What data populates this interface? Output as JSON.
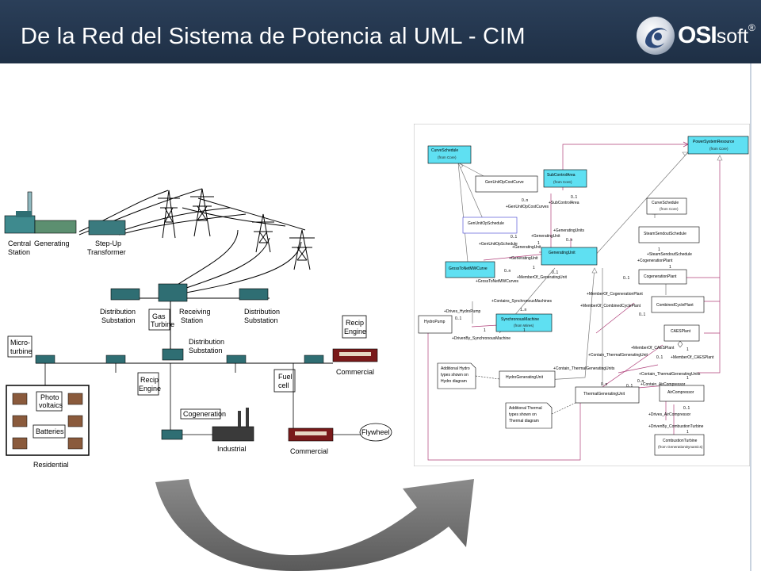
{
  "slide": {
    "title": "De la Red del Sistema de Potencia al UML - CIM",
    "logo": {
      "brand": "OSI",
      "suffix": "soft",
      "mark": "®"
    }
  },
  "grid": {
    "labels": {
      "central_station": [
        "Central",
        "Station"
      ],
      "generating": "Generating",
      "step_up": [
        "Step-Up",
        "Transformer"
      ],
      "dist_sub_left": [
        "Distribution",
        "Substation"
      ],
      "receiving": [
        "Receiving",
        "Station"
      ],
      "dist_sub_right": [
        "Distribution",
        "Substation"
      ],
      "gas_turbine": [
        "Gas",
        "Turbine"
      ],
      "dist_sub_mid": [
        "Distribution",
        "Substation"
      ],
      "micro_turbine": [
        "Micro-",
        "turbine"
      ],
      "recip_engine_right": [
        "Recip",
        "Engine"
      ],
      "commercial_top": "Commercial",
      "photo_voltaics": [
        "Photo",
        "voltaics"
      ],
      "batteries": "Batteries",
      "residential": "Residential",
      "recip_engine_mid": [
        "Recip",
        "Engine"
      ],
      "fuel_cell": [
        "Fuel",
        "cell"
      ],
      "cogeneration": "Cogeneration",
      "industrial": "Industrial",
      "commercial_bottom": "Commercial",
      "flywheel": "Flywheel"
    }
  },
  "uml": {
    "classes": {
      "curve_schedule": {
        "name": "CurveSchedule",
        "from": "(from Core)"
      },
      "gen_unit_op_cost_curve": {
        "name": "GenUnitOpCostCurve"
      },
      "sub_control_area": {
        "name": "SubControlArea",
        "from": "(from Core)"
      },
      "power_system_resource": {
        "name": "PowerSystemResource",
        "from": "(from Core)"
      },
      "gen_unit_op_schedule": {
        "name": "GenUnitOpSchedule"
      },
      "generating_unit": {
        "name": "GeneratingUnit"
      },
      "gross_to_net_mw_curve": {
        "name": "GrossToNetMWCurve"
      },
      "curve_schedule_right": {
        "name": "CurveSchedule",
        "from": "(from Core)"
      },
      "steam_sendout_schedule": {
        "name": "SteamSendoutSchedule"
      },
      "cogeneration_plant": {
        "name": "CogenerationPlant"
      },
      "combined_cycle_plant": {
        "name": "CombinedCyclePlant"
      },
      "hydro_pump": {
        "name": "HydroPump"
      },
      "synchronous_machine": {
        "name": "SynchronousMachine",
        "from": "(from Wires)"
      },
      "caes_plant": {
        "name": "CAESPlant"
      },
      "hydro_generating_unit": {
        "name": "HydroGeneratingUnit"
      },
      "thermal_generating_unit": {
        "name": "ThermalGeneratingUnit"
      },
      "air_compressor": {
        "name": "AirCompressor"
      },
      "combustion_turbine": {
        "name": "CombustionTurbine",
        "from": "(from GenerationDynamics)"
      }
    },
    "notes": {
      "hydro": [
        "Additional Hydro",
        "types shown on",
        "Hydro diagram"
      ],
      "thermal": [
        "Additional Thermal",
        "types shown on",
        "Thermal diagram"
      ]
    },
    "roles": {
      "gen_unit_op_cost_curves": "+GenUnitOpCostCurves",
      "sub_control_area": "+SubControlArea",
      "generating_units_a": "+GeneratingUnits",
      "generating_unit_a": "+GeneratingUnit",
      "generating_unit_b": "+GeneratingUnit",
      "gen_unit_op_schedule": "+GenUnitOpSchedule",
      "generating_unit_c": "+GeneratingUnit",
      "gross_to_net_mw_curves": "+GrossToNetMWCurves",
      "member_of_generating_unit": "+MemberOf_GeneratingUnit",
      "contains_synchronous_machines": "+Contains_SynchronousMachines",
      "drives_hydro_pump": "+Drives_HydroPump",
      "driven_by_synchronous_machine": "+DrivenBy_SynchronousMachine",
      "steam_sendout_schedule": "+SteamSendoutSchedule",
      "cogeneration_plant": "+CogenerationPlant",
      "member_of_cogeneration_plant": "+MemberOf_CogenerationPlant",
      "member_of_combined_cycle_plant": "+MemberOf_CombinedCyclePlant",
      "member_of_caes_plant": "+MemberOf_CAESPlant",
      "contain_thermal_generating_unit": "+Contain_ThermalGeneratingUnit",
      "member_of_caes_plant_b": "+MemberOf_CAESPlant",
      "contain_thermal_generating_units": "+Contain_ThermalGeneratingUnits",
      "contain_thermal_generating_units_b": "+Contain_ThermalGeneratingUnits",
      "contain_air_compressor": "+Contain_AirCompressor",
      "drives_air_compressor": "+Drives_AirCompressor",
      "driven_by_combustion_turbine": "+DrivenBy_CombustionTurbine"
    },
    "multiplicities": {
      "m_0n_a": "0..n",
      "m_01_a": "0..1",
      "m_0n_b": "0..n",
      "m_01_b": "0..1",
      "m_1_a": "1",
      "m_1_b": "1",
      "m_0n_c": "0..n",
      "m_01_c": "0..1",
      "m_1n": "1..n",
      "m_1_c": "1",
      "m_01_d": "0..1",
      "m_1_d": "1",
      "m_1_e": "1",
      "m_01_e": "0..1",
      "m_1_f": "1",
      "m_01_f": "0..1",
      "m_1_g": "1",
      "m_0n_d": "0..n",
      "m_01_g": "0..1",
      "m_0n_e": "0..n",
      "m_01_h": "0..1",
      "m_1_h": "1",
      "m_01_i": "0..1",
      "m_1_i": "1"
    }
  },
  "colors": {
    "header": "#1e2f45",
    "uml_class_fill": "#5fe0f2",
    "uml_assoc": "#b0407a",
    "arrow_gray": "#6f6f6f"
  }
}
